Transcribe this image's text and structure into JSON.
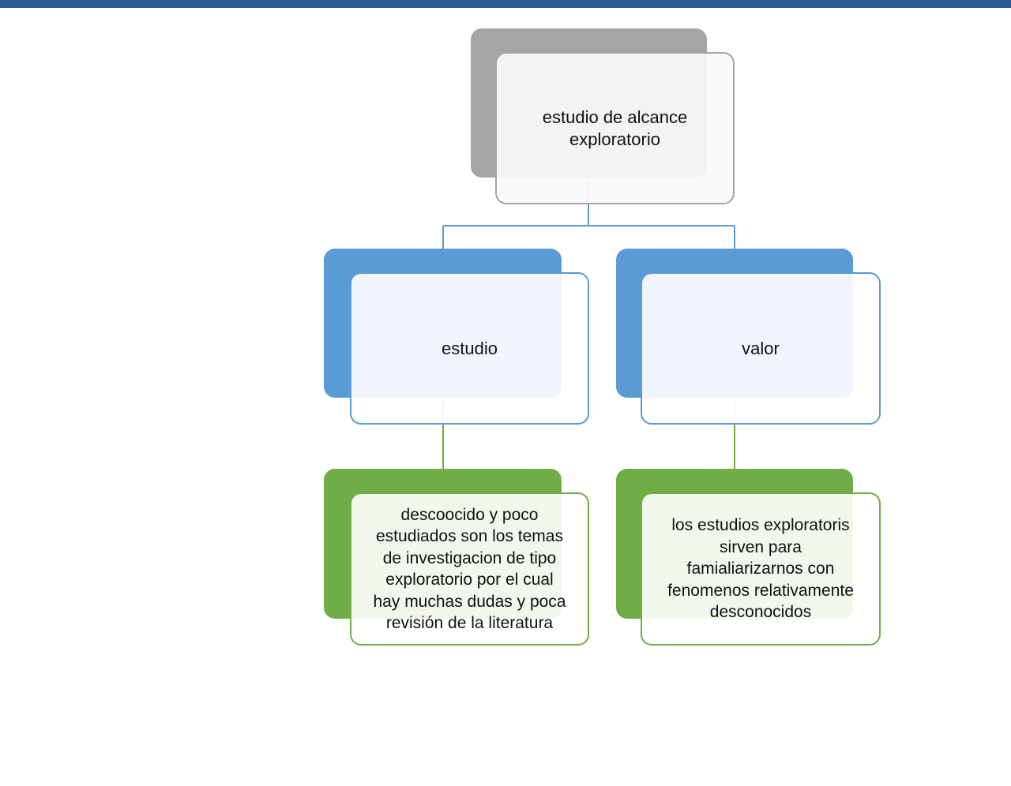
{
  "colors": {
    "top_bar": "#2c5896",
    "root_back": "#a5a5a5",
    "root_border": "#a5a5a5",
    "root_front_fill": "rgba(250,250,250,0.92)",
    "branch_back": "#5b9bd5",
    "branch_border": "#5b9bd5",
    "branch_front_fill": "rgba(255,255,255,0.9)",
    "leaf_back": "#70ad47",
    "leaf_border": "#70ad47",
    "leaf_front_fill": "rgba(255,255,255,0.9)",
    "connector_blue": "#5b9bd5",
    "connector_green": "#70ad47"
  },
  "diagram": {
    "root": {
      "text": "estudio de alcance\nexploratorio"
    },
    "branches": [
      {
        "text": "estudio",
        "child": {
          "text": "descoocido y poco\nestudiados son los temas\nde investigacion de tipo\nexploratorio por el cual\nhay muchas dudas y poca\nrevisión de la literatura"
        }
      },
      {
        "text": "valor",
        "child": {
          "text": "los estudios exploratoris\nsirven para\nfamialiarizarnos con\nfenomenos relativamente\ndesconocidos"
        }
      }
    ]
  }
}
